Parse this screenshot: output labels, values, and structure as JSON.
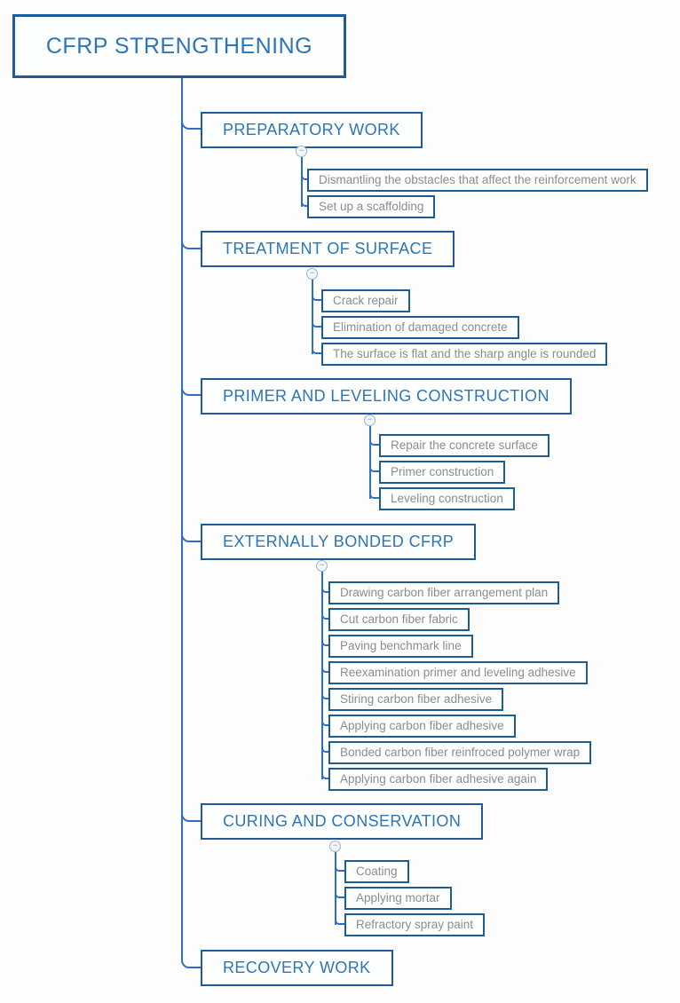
{
  "root": {
    "label": "CFRP STRENGTHENING"
  },
  "branches": [
    {
      "label": "PREPARATORY WORK",
      "children": [
        "Dismantling the obstacles that affect the reinforcement work",
        "Set up a scaffolding"
      ]
    },
    {
      "label": "TREATMENT OF SURFACE",
      "children": [
        "Crack repair",
        "Elimination of damaged concrete",
        "The surface is flat and the sharp angle is rounded"
      ]
    },
    {
      "label": "PRIMER AND LEVELING CONSTRUCTION",
      "children": [
        "Repair the concrete surface",
        "Primer construction",
        "Leveling construction"
      ]
    },
    {
      "label": "EXTERNALLY BONDED CFRP",
      "children": [
        "Drawing carbon fiber arrangement plan",
        "Cut carbon fiber fabric",
        "Paving benchmark line",
        "Reexamination primer and leveling adhesive",
        "Stiring carbon fiber adhesive",
        "Applying carbon fiber adhesive",
        "Bonded carbon fiber reinfroced polymer wrap",
        "Applying carbon fiber adhesive again"
      ]
    },
    {
      "label": "CURING AND CONSERVATION",
      "children": [
        "Coating",
        "Applying mortar",
        "Refractory spray paint"
      ]
    },
    {
      "label": "RECOVERY WORK",
      "children": []
    }
  ],
  "icons": {
    "collapse_glyph": "−"
  },
  "colors": {
    "line": "#2e6ec5",
    "main_border": "#1e5a9c",
    "child_border": "#1f5d90",
    "main_text": "#2e75b6",
    "child_text": "#8c8c8c",
    "marker_border": "#9db5c8",
    "bg": "#fdfdfd"
  }
}
